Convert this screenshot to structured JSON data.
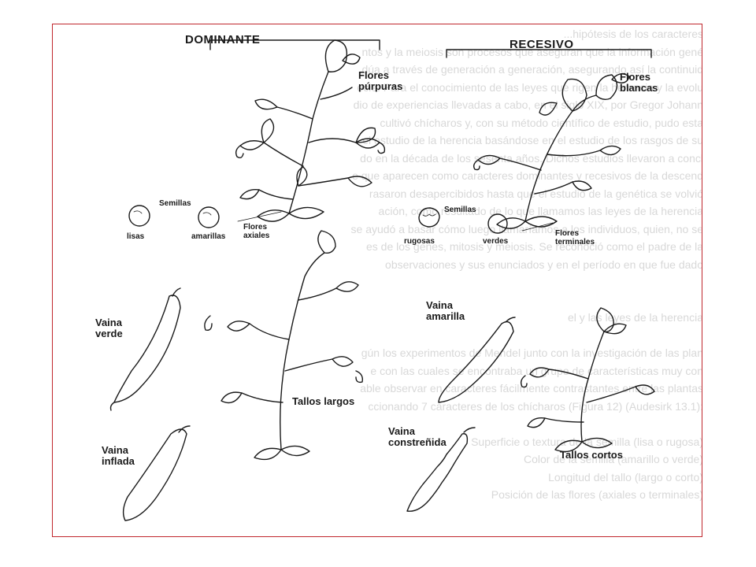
{
  "headers": {
    "dominant": "DOMINANTE",
    "recessive": "RECESIVO"
  },
  "dominant": {
    "flowers": [
      "Flores",
      "púrpuras"
    ],
    "seeds_title": "Semillas",
    "seed_smooth": "lisas",
    "seed_yellow": "amarillas",
    "axial": [
      "Flores",
      "axiales"
    ],
    "pod_green": [
      "Vaina",
      "verde"
    ],
    "pod_inflated": [
      "Vaina",
      "inflada"
    ],
    "tall": "Tallos largos"
  },
  "recessive": {
    "flowers": [
      "Flores",
      "blancas"
    ],
    "seeds_title": "Semillas",
    "seed_wrinkled": "rugosas",
    "seed_green": "verdes",
    "terminal": [
      "Flores",
      "terminales"
    ],
    "pod_yellow": [
      "Vaina",
      "amarilla"
    ],
    "pod_constricted": [
      "Vaina",
      "constreñida"
    ],
    "short": "Tallos cortos"
  },
  "background_lines": [
    "...hipótesis de los caracteres",
    "ntos y la meiosis son procesos que aseguran que la información gené",
    "dúa a través de generación a generación, asegurando así la continuid",
    "ecie. Para el conocimiento de las leyes que rigen la herencia y la evolu",
    "dio de experiencias llevadas a cabo, en el siglo XIX, por Gregor Johann",
    "cultivó chícharos y, con su método científico de estudio, pudo esta",
    "el estudio de la herencia basándose en el estudio de los rasgos de su",
    "do en la década de los sesenta años. Dichos estudios llevaron a concl",
    "e que aparecen como caracteres dominantes y recesivos de la descend",
    "rasaron desapercibidos hasta que el estudio de la genética se volvió",
    "ación, como resultado de lo que llamamos las leyes de la herencia",
    "se ayudó a basar cómo luego llamaríamos a los individuos, quien, no se",
    "es de los genes, mitosis y meiosis. Se reconoció como el padre de la",
    "observaciones y sus enunciados y en el período en que fue dado",
    "",
    "",
    "el y las leyes de la herencia",
    "",
    "gún los experimentos de Mendel junto con la investigación de las plan",
    "e con las cuales se encontraba un grupo de características muy con",
    "able observar en caracteres fácilmente contrastantes entre las plantas",
    "ccionando 7 caracteres de los chícharos (Figura 12) (Audesirk 13.1):",
    "",
    "Superficie o textura de la semilla (lisa o rugosa)",
    "Color de la semilla (amarillo o verde)",
    "Longitud del tallo (largo o corto)",
    "Posición de las flores (axiales o terminales)"
  ],
  "colors": {
    "frame": "#c0272d",
    "ink": "#1a1a1a",
    "ghost": "#d8d8d8"
  }
}
